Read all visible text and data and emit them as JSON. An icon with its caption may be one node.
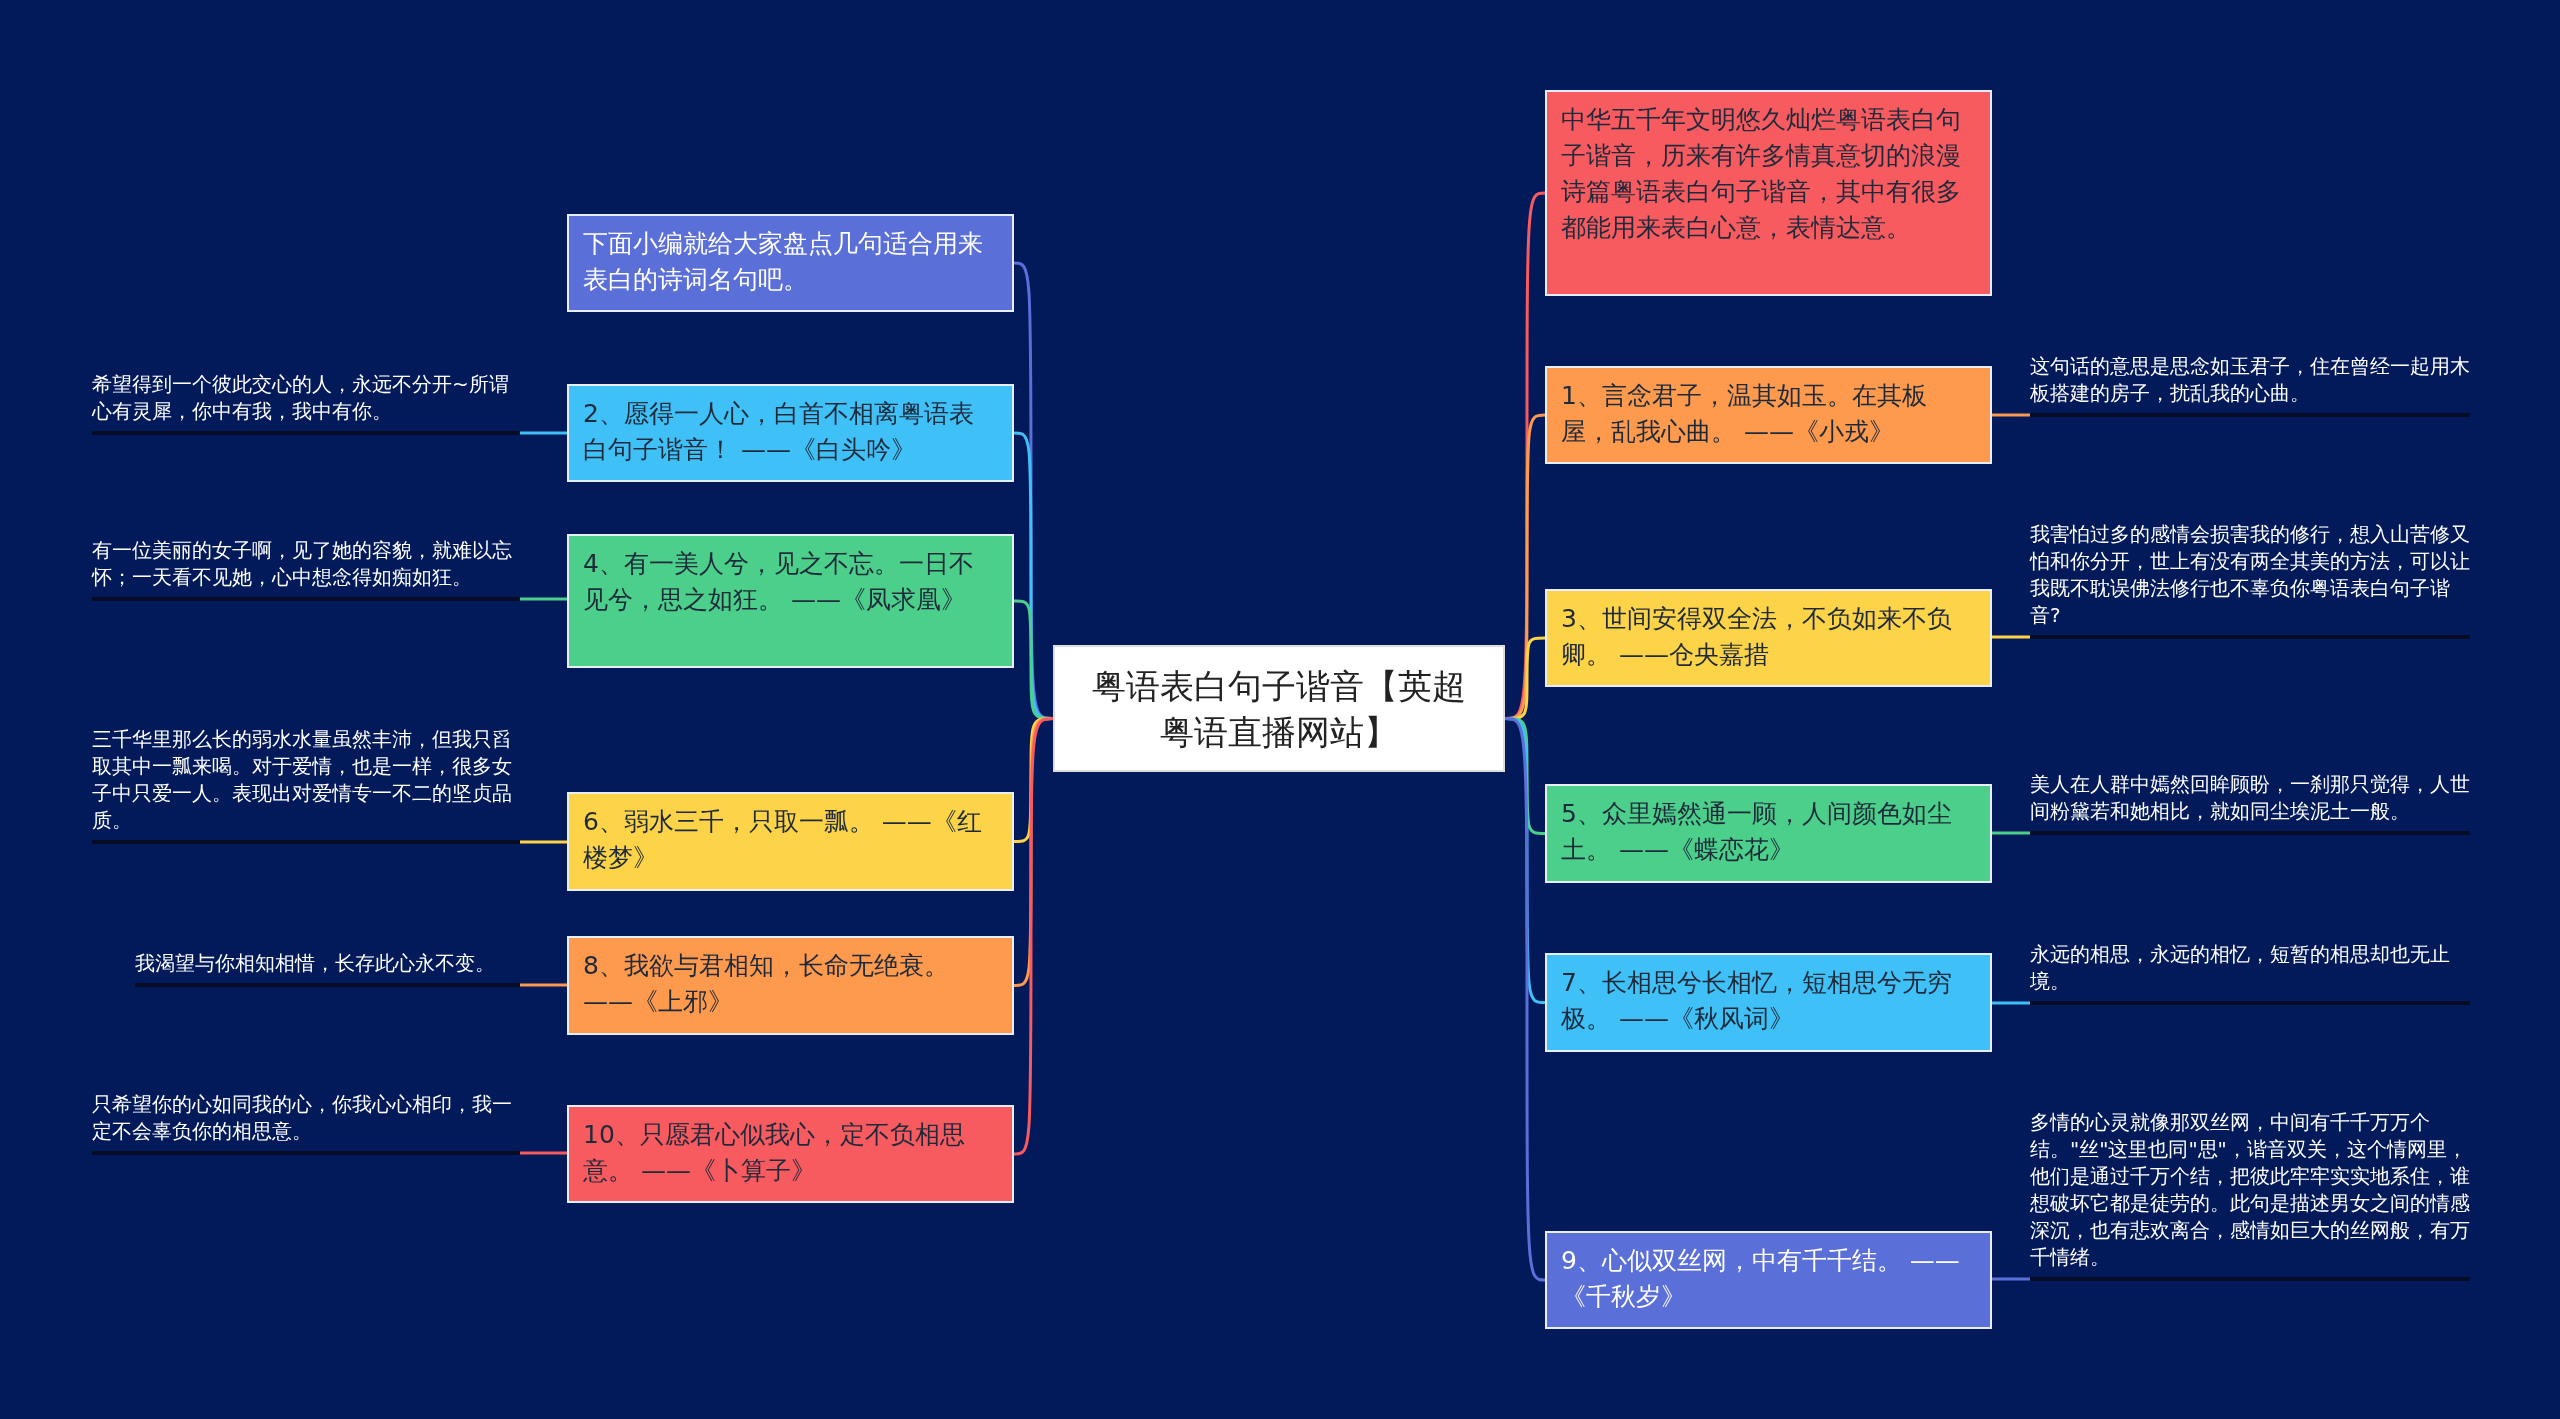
{
  "diagram": {
    "nodes": [
      {
        "text": [
          "粤语表白句子谐音【英超粤语直播网站】"
        ]
      },
      {
        "text": [
          "下面小编就给大家盘点几句适合用来表白的诗词名句吧。"
        ]
      },
      {
        "text": [
          "2、愿得一人心，白首不相离粤语表白句子谐音！ ——《白头吟》"
        ]
      },
      {
        "text": [
          "4、有一美人兮，见之不忘。一日不见兮，思之如狂。 ——《凤求凰》"
        ]
      },
      {
        "text": [
          "6、弱水三千，只取一瓢。 ——《红楼梦》"
        ]
      },
      {
        "text": [
          "8、我欲与君相知，长命无绝衰。 ——《上邪》"
        ]
      },
      {
        "text": [
          "10、只愿君心似我心，定不负相思意。 ——《卜算子》"
        ]
      },
      {
        "text": [
          "希望得到一个彼此交心的人，永远不分开~所谓心有灵犀，你中有我，我中有你。"
        ]
      },
      {
        "text": [
          "有一位美丽的女子啊，见了她的容貌，就难以忘怀；一天看不见她，心中想念得如痴如狂。"
        ]
      },
      {
        "text": [
          "三千华里那么长的弱水水量虽然丰沛，但我只舀取其中一瓢来喝。对于爱情，也是一样，很多女子中只爱一人。表现出对爱情专一不二的坚贞品质。"
        ]
      },
      {
        "text": [
          "我渴望与你相知相惜，长存此心永不变。"
        ]
      },
      {
        "text": [
          "只希望你的心如同我的心，你我心心相印，我一定不会辜负你的相思意。"
        ]
      },
      {
        "text": [
          "中华五千年文明悠久灿烂粤语表白句子谐音，历来有许多情真意切的浪漫诗篇粤语表白句子谐音，其中有很多都能用来表白心意，表情达意。"
        ]
      },
      {
        "text": [
          "1、言念君子，温其如玉。在其板屋，乱我心曲。 ——《小戎》"
        ]
      },
      {
        "text": [
          "3、世间安得双全法，不负如来不负卿。 ——仓央嘉措"
        ]
      },
      {
        "text": [
          "5、众里嫣然通一顾，人间颜色如尘土。 ——《蝶恋花》"
        ]
      },
      {
        "text": [
          "7、长相思兮长相忆，短相思兮无穷极。 ——《秋风词》"
        ]
      },
      {
        "text": [
          "9、心似双丝网，中有千千结。 ——《千秋岁》"
        ]
      },
      {
        "text": [
          "这句话的意思是思念如玉君子，住在曾经一起用木板搭建的房子，扰乱我的心曲。"
        ]
      },
      {
        "text": [
          "我害怕过多的感情会损害我的修行，想入山苦修又怕和你分开，世上有没有两全其美的方法，可以让我既不耽误佛法修行也不辜负你粤语表白句子谐音?"
        ]
      },
      {
        "text": [
          "美人在人群中嫣然回眸顾盼，一刹那只觉得，人世间粉黛若和她相比，就如同尘埃泥土一般。"
        ]
      },
      {
        "text": [
          "永远的相思，永远的相忆，短暂的相思却也无止境。"
        ]
      },
      {
        "text": [
          "多情的心灵就像那双丝网，中间有千千万万个结。\"丝\"这里也同\"思\"，谐音双关，这个情网里，他们是通过千万个结，把彼此牢牢实实地系住，谁想破坏它都是徒劳的。此句是描述男女之间的情感深沉，也有悲欢离合，感情如巨大的丝网般，有万千情绪。"
        ]
      }
    ],
    "edges": [
      {
        "from": 0,
        "to": 1,
        "arrow": "none",
        "color": "#5b6fd8"
      },
      {
        "from": 0,
        "to": 2,
        "arrow": "none",
        "color": "#3fc0f7"
      },
      {
        "from": 0,
        "to": 3,
        "arrow": "none",
        "color": "#4ccf8a"
      },
      {
        "from": 0,
        "to": 4,
        "arrow": "none",
        "color": "#fdd347"
      },
      {
        "from": 0,
        "to": 5,
        "arrow": "none",
        "color": "#fd9a4e"
      },
      {
        "from": 0,
        "to": 6,
        "arrow": "none",
        "color": "#f75b60"
      },
      {
        "from": 2,
        "to": 7,
        "arrow": "none",
        "color": "#3fc0f7"
      },
      {
        "from": 3,
        "to": 8,
        "arrow": "none",
        "color": "#4ccf8a"
      },
      {
        "from": 4,
        "to": 9,
        "arrow": "none",
        "color": "#fdd347"
      },
      {
        "from": 5,
        "to": 10,
        "arrow": "none",
        "color": "#fd9a4e"
      },
      {
        "from": 6,
        "to": 11,
        "arrow": "none",
        "color": "#f75b60"
      },
      {
        "from": 0,
        "to": 12,
        "arrow": "none",
        "color": "#f75b60"
      },
      {
        "from": 0,
        "to": 13,
        "arrow": "none",
        "color": "#fd9a4e"
      },
      {
        "from": 0,
        "to": 14,
        "arrow": "none",
        "color": "#fdd347"
      },
      {
        "from": 0,
        "to": 15,
        "arrow": "none",
        "color": "#4ccf8a"
      },
      {
        "from": 0,
        "to": 16,
        "arrow": "none",
        "color": "#3fc0f7"
      },
      {
        "from": 0,
        "to": 17,
        "arrow": "none",
        "color": "#5b6fd8"
      },
      {
        "from": 13,
        "to": 18,
        "arrow": "none",
        "color": "#fd9a4e"
      },
      {
        "from": 14,
        "to": 19,
        "arrow": "none",
        "color": "#fdd347"
      },
      {
        "from": 15,
        "to": 20,
        "arrow": "none",
        "color": "#4ccf8a"
      },
      {
        "from": 16,
        "to": 21,
        "arrow": "none",
        "color": "#3fc0f7"
      },
      {
        "from": 17,
        "to": 22,
        "arrow": "none",
        "color": "#5b6fd8"
      }
    ]
  }
}
